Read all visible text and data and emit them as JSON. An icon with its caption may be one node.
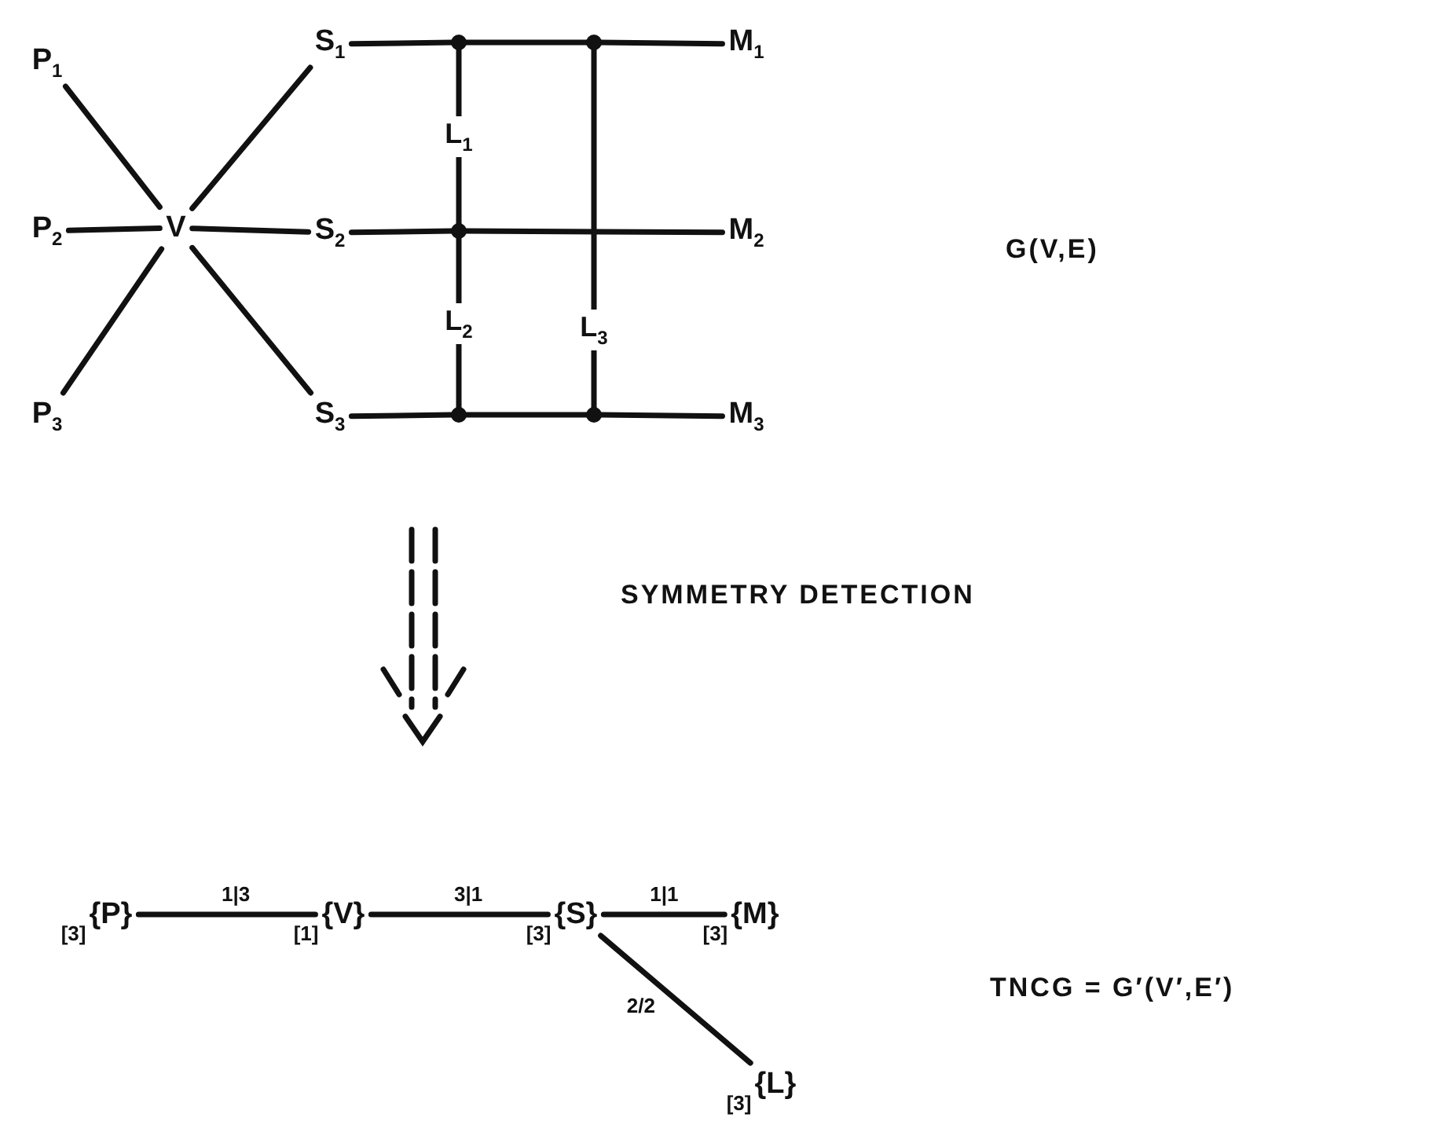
{
  "diagram": {
    "nodes": [
      {
        "text": [
          "P$_{1}$"
        ]
      },
      {
        "text": [
          "P$_{2}$"
        ]
      },
      {
        "text": [
          "P$_{3}$"
        ]
      },
      {
        "text": [
          "V"
        ]
      },
      {
        "text": [
          "S$_{1}$"
        ]
      },
      {
        "text": [
          "S$_{2}$"
        ]
      },
      {
        "text": [
          "S$_{3}$"
        ]
      },
      {
        "text": [
          "M$_{1}$"
        ]
      },
      {
        "text": [
          "M$_{2}$"
        ]
      },
      {
        "text": [
          "M$_{3}$"
        ]
      },
      {
        "text": [],
        "shape": "circle"
      },
      {
        "text": [],
        "shape": "circle"
      },
      {
        "text": [],
        "shape": "circle"
      },
      {
        "text": [],
        "shape": "circle"
      },
      {
        "text": [],
        "shape": "circle"
      },
      {
        "text": [
          "{P}"
        ],
        "beside": [
          "[3]"
        ]
      },
      {
        "text": [
          "{V}"
        ],
        "beside": [
          "[1]"
        ]
      },
      {
        "text": [
          "{S}"
        ],
        "beside": [
          "[3]"
        ]
      },
      {
        "text": [
          "{M}"
        ],
        "beside": [
          "[3]"
        ]
      },
      {
        "text": [
          "{L}"
        ],
        "beside": [
          "[3]"
        ]
      }
    ],
    "edges": [
      {
        "from": 0,
        "to": 3,
        "arrow": "none"
      },
      {
        "from": 1,
        "to": 3,
        "arrow": "none"
      },
      {
        "from": 2,
        "to": 3,
        "arrow": "none"
      },
      {
        "from": 3,
        "to": 4,
        "arrow": "none"
      },
      {
        "from": 3,
        "to": 5,
        "arrow": "none"
      },
      {
        "from": 3,
        "to": 6,
        "arrow": "none"
      },
      {
        "from": 4,
        "to": 10,
        "arrow": "none"
      },
      {
        "from": 10,
        "to": 11,
        "arrow": "none"
      },
      {
        "from": 11,
        "to": 7,
        "arrow": "none"
      },
      {
        "from": 5,
        "to": 12,
        "arrow": "none"
      },
      {
        "from": 12,
        "to": 8,
        "arrow": "none"
      },
      {
        "from": 6,
        "to": 13,
        "arrow": "none"
      },
      {
        "from": 13,
        "to": 14,
        "arrow": "none"
      },
      {
        "from": 14,
        "to": 9,
        "arrow": "none"
      },
      {
        "from": 10,
        "to": 12,
        "arrow": "none",
        "label": "L$_{1}$"
      },
      {
        "from": 12,
        "to": 13,
        "arrow": "none",
        "label": "L$_{2}$"
      },
      {
        "from": 11,
        "to": 14,
        "arrow": "none",
        "label": "L$_{3}$"
      },
      {
        "from": 15,
        "to": 16,
        "arrow": "none",
        "label": "1|3"
      },
      {
        "from": 16,
        "to": 17,
        "arrow": "none",
        "label": "3|1"
      },
      {
        "from": 17,
        "to": 18,
        "arrow": "none",
        "label": "1|1"
      },
      {
        "from": 17,
        "to": 19,
        "arrow": "none",
        "label": "2/2"
      }
    ],
    "labels": [
      "G(V,E)",
      "SYMMETRY DETECTION",
      "TNCG = G′(V′,E′)"
    ]
  }
}
